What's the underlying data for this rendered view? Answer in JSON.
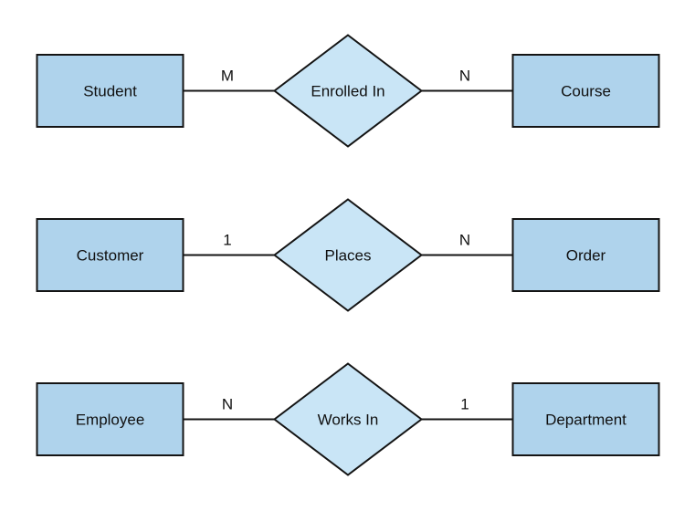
{
  "diagram": {
    "kind": "entity-relationship-diagram",
    "colors": {
      "background": "#ffffff",
      "entity_fill": "#afd3ec",
      "relationship_fill": "#c9e5f6",
      "stroke": "#141414",
      "text": "#111111"
    },
    "rows": [
      {
        "left_entity": "Student",
        "left_cardinality": "M",
        "relationship": "Enrolled In",
        "right_cardinality": "N",
        "right_entity": "Course"
      },
      {
        "left_entity": "Customer",
        "left_cardinality": "1",
        "relationship": "Places",
        "right_cardinality": "N",
        "right_entity": "Order"
      },
      {
        "left_entity": "Employee",
        "left_cardinality": "N",
        "relationship": "Works In",
        "right_cardinality": "1",
        "right_entity": "Department"
      }
    ]
  }
}
